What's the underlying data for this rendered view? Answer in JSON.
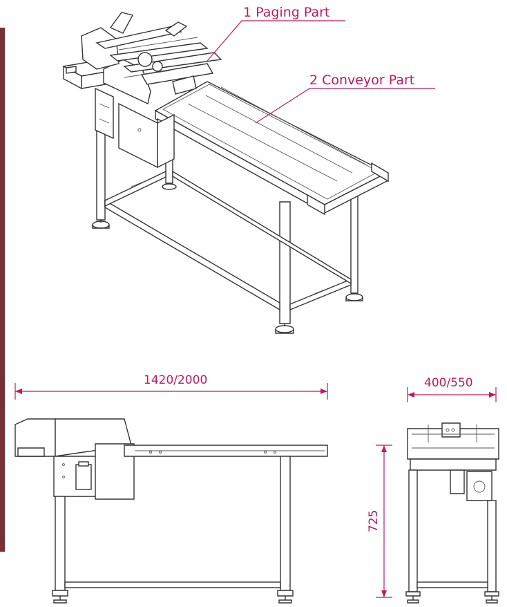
{
  "callouts": {
    "paging_part": "1 Paging Part",
    "conveyor_part": "2 Conveyor Part"
  },
  "dimensions": {
    "length": "1420/2000",
    "width": "400/550",
    "height": "725"
  },
  "colors": {
    "annotation": "#c2185b",
    "line": "#333333",
    "side_strip": "#7a2e35"
  }
}
